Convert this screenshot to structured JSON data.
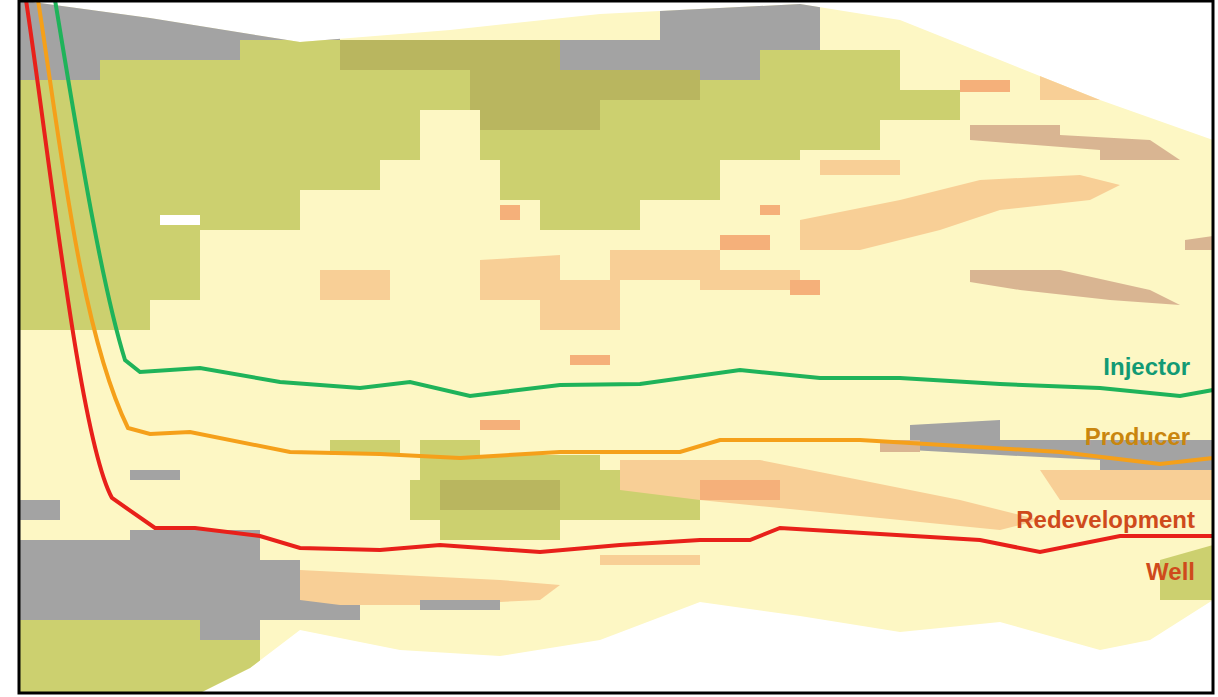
{
  "diagram": {
    "labels": [
      "Injector",
      "Producer",
      "Redevelopment Well"
    ]
  }
}
